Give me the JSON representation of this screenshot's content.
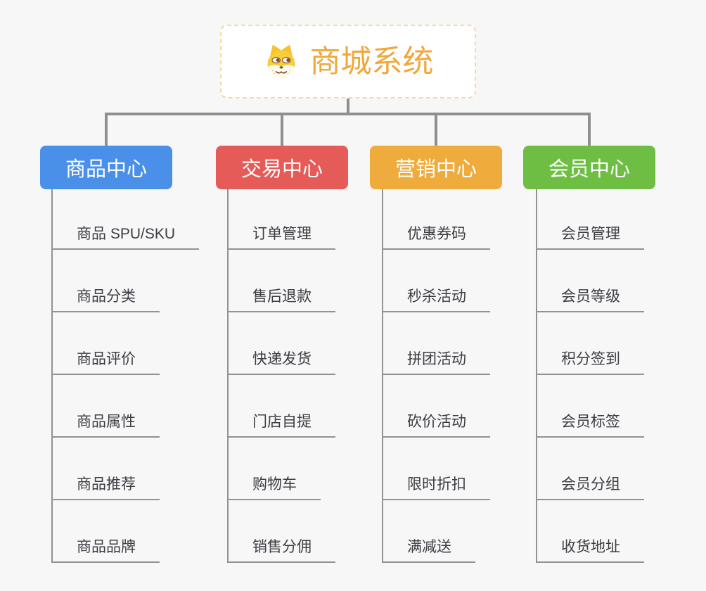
{
  "canvas": {
    "background": "#F7F7F7",
    "connector_color": "#8F8F8F",
    "leaf_connector_color": "#929292",
    "leaf_text_color": "#3C3C43"
  },
  "root": {
    "title": "商城系统",
    "icon": "dog-face-icon",
    "text_color": "#F0A83C",
    "border_color": "#F7D9A2",
    "background": "#FFFFFF"
  },
  "branches": [
    {
      "label": "商品中心",
      "color": "#4A90E8",
      "items": [
        "商品 SPU/SKU",
        "商品分类",
        "商品评价",
        "商品属性",
        "商品推荐",
        "商品品牌"
      ]
    },
    {
      "label": "交易中心",
      "color": "#E45B57",
      "items": [
        "订单管理",
        "售后退款",
        "快递发货",
        "门店自提",
        "购物车",
        "销售分佣"
      ]
    },
    {
      "label": "营销中心",
      "color": "#EFAC3D",
      "items": [
        "优惠券码",
        "秒杀活动",
        "拼团活动",
        "砍价活动",
        "限时折扣",
        "满减送"
      ]
    },
    {
      "label": "会员中心",
      "color": "#6FBE44",
      "items": [
        "会员管理",
        "会员等级",
        "积分签到",
        "会员标签",
        "会员分组",
        "收货地址"
      ]
    }
  ]
}
